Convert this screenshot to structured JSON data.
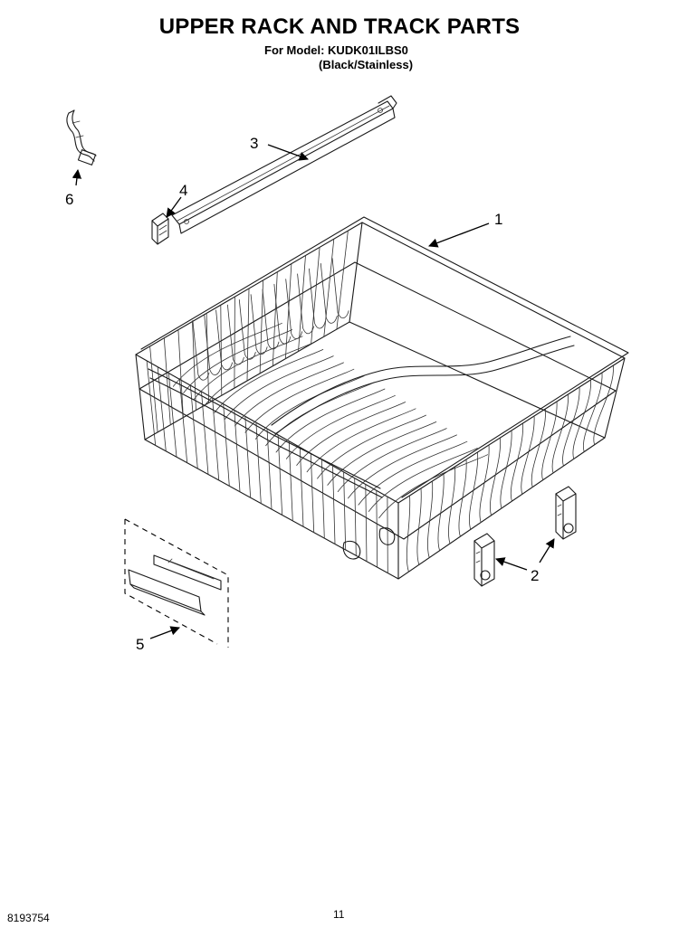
{
  "header": {
    "title": "UPPER RACK AND TRACK PARTS",
    "model_line": "For Model: KUDK01ILBS0",
    "variant_line": "(Black/Stainless)"
  },
  "callouts": {
    "c1": "1",
    "c2": "2",
    "c3": "3",
    "c4": "4",
    "c5": "5",
    "c6": "6"
  },
  "footer": {
    "doc_number": "8193754",
    "page_number": "11"
  }
}
